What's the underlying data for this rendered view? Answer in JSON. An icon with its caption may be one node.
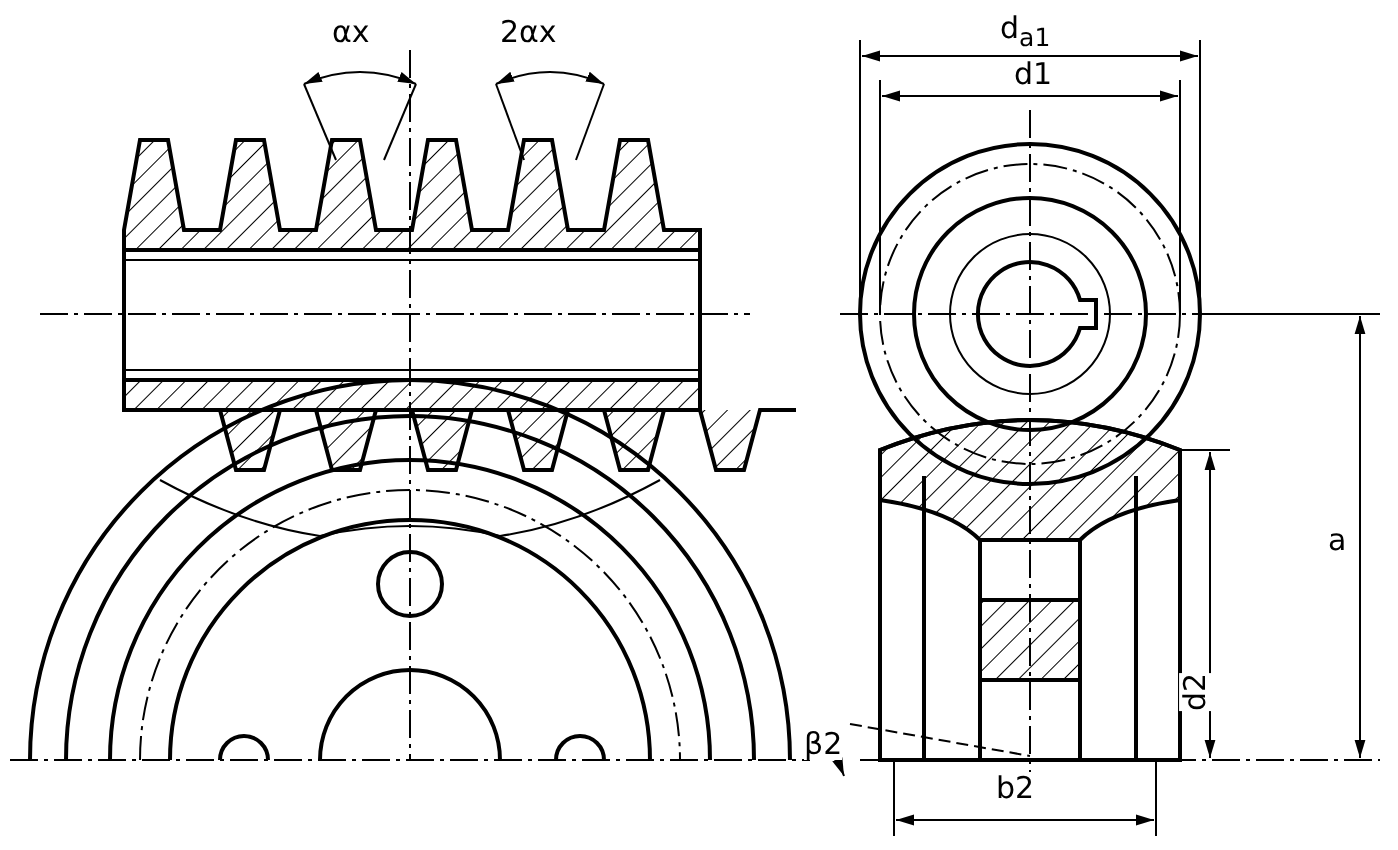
{
  "diagram": {
    "labels": [
      "αx",
      "2αx",
      "d$_{a1}$",
      "d1",
      "a",
      "β2",
      "d2",
      "b2"
    ]
  }
}
